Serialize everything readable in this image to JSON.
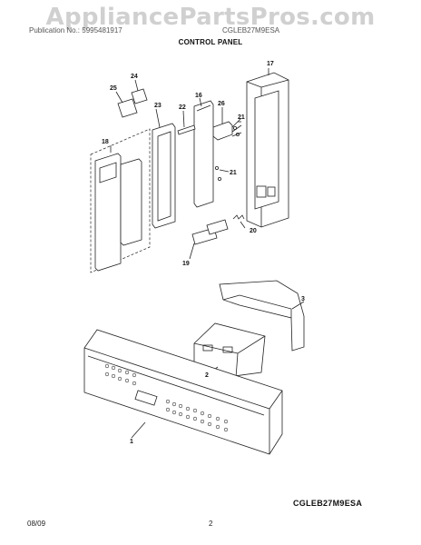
{
  "watermark": "AppliancePartsPros.com",
  "header": {
    "left_text": "Publication No.: 5995481917",
    "right_text": "CGLEB27M9ESA",
    "title": "CONTROL PANEL"
  },
  "model_code": "CGLEB27M9ESA",
  "footer": {
    "date": "08/09",
    "page": "2"
  },
  "callouts": [
    "1",
    "2",
    "3",
    "16",
    "17",
    "18",
    "19",
    "20",
    "21",
    "21",
    "22",
    "23",
    "24",
    "25",
    "26"
  ]
}
